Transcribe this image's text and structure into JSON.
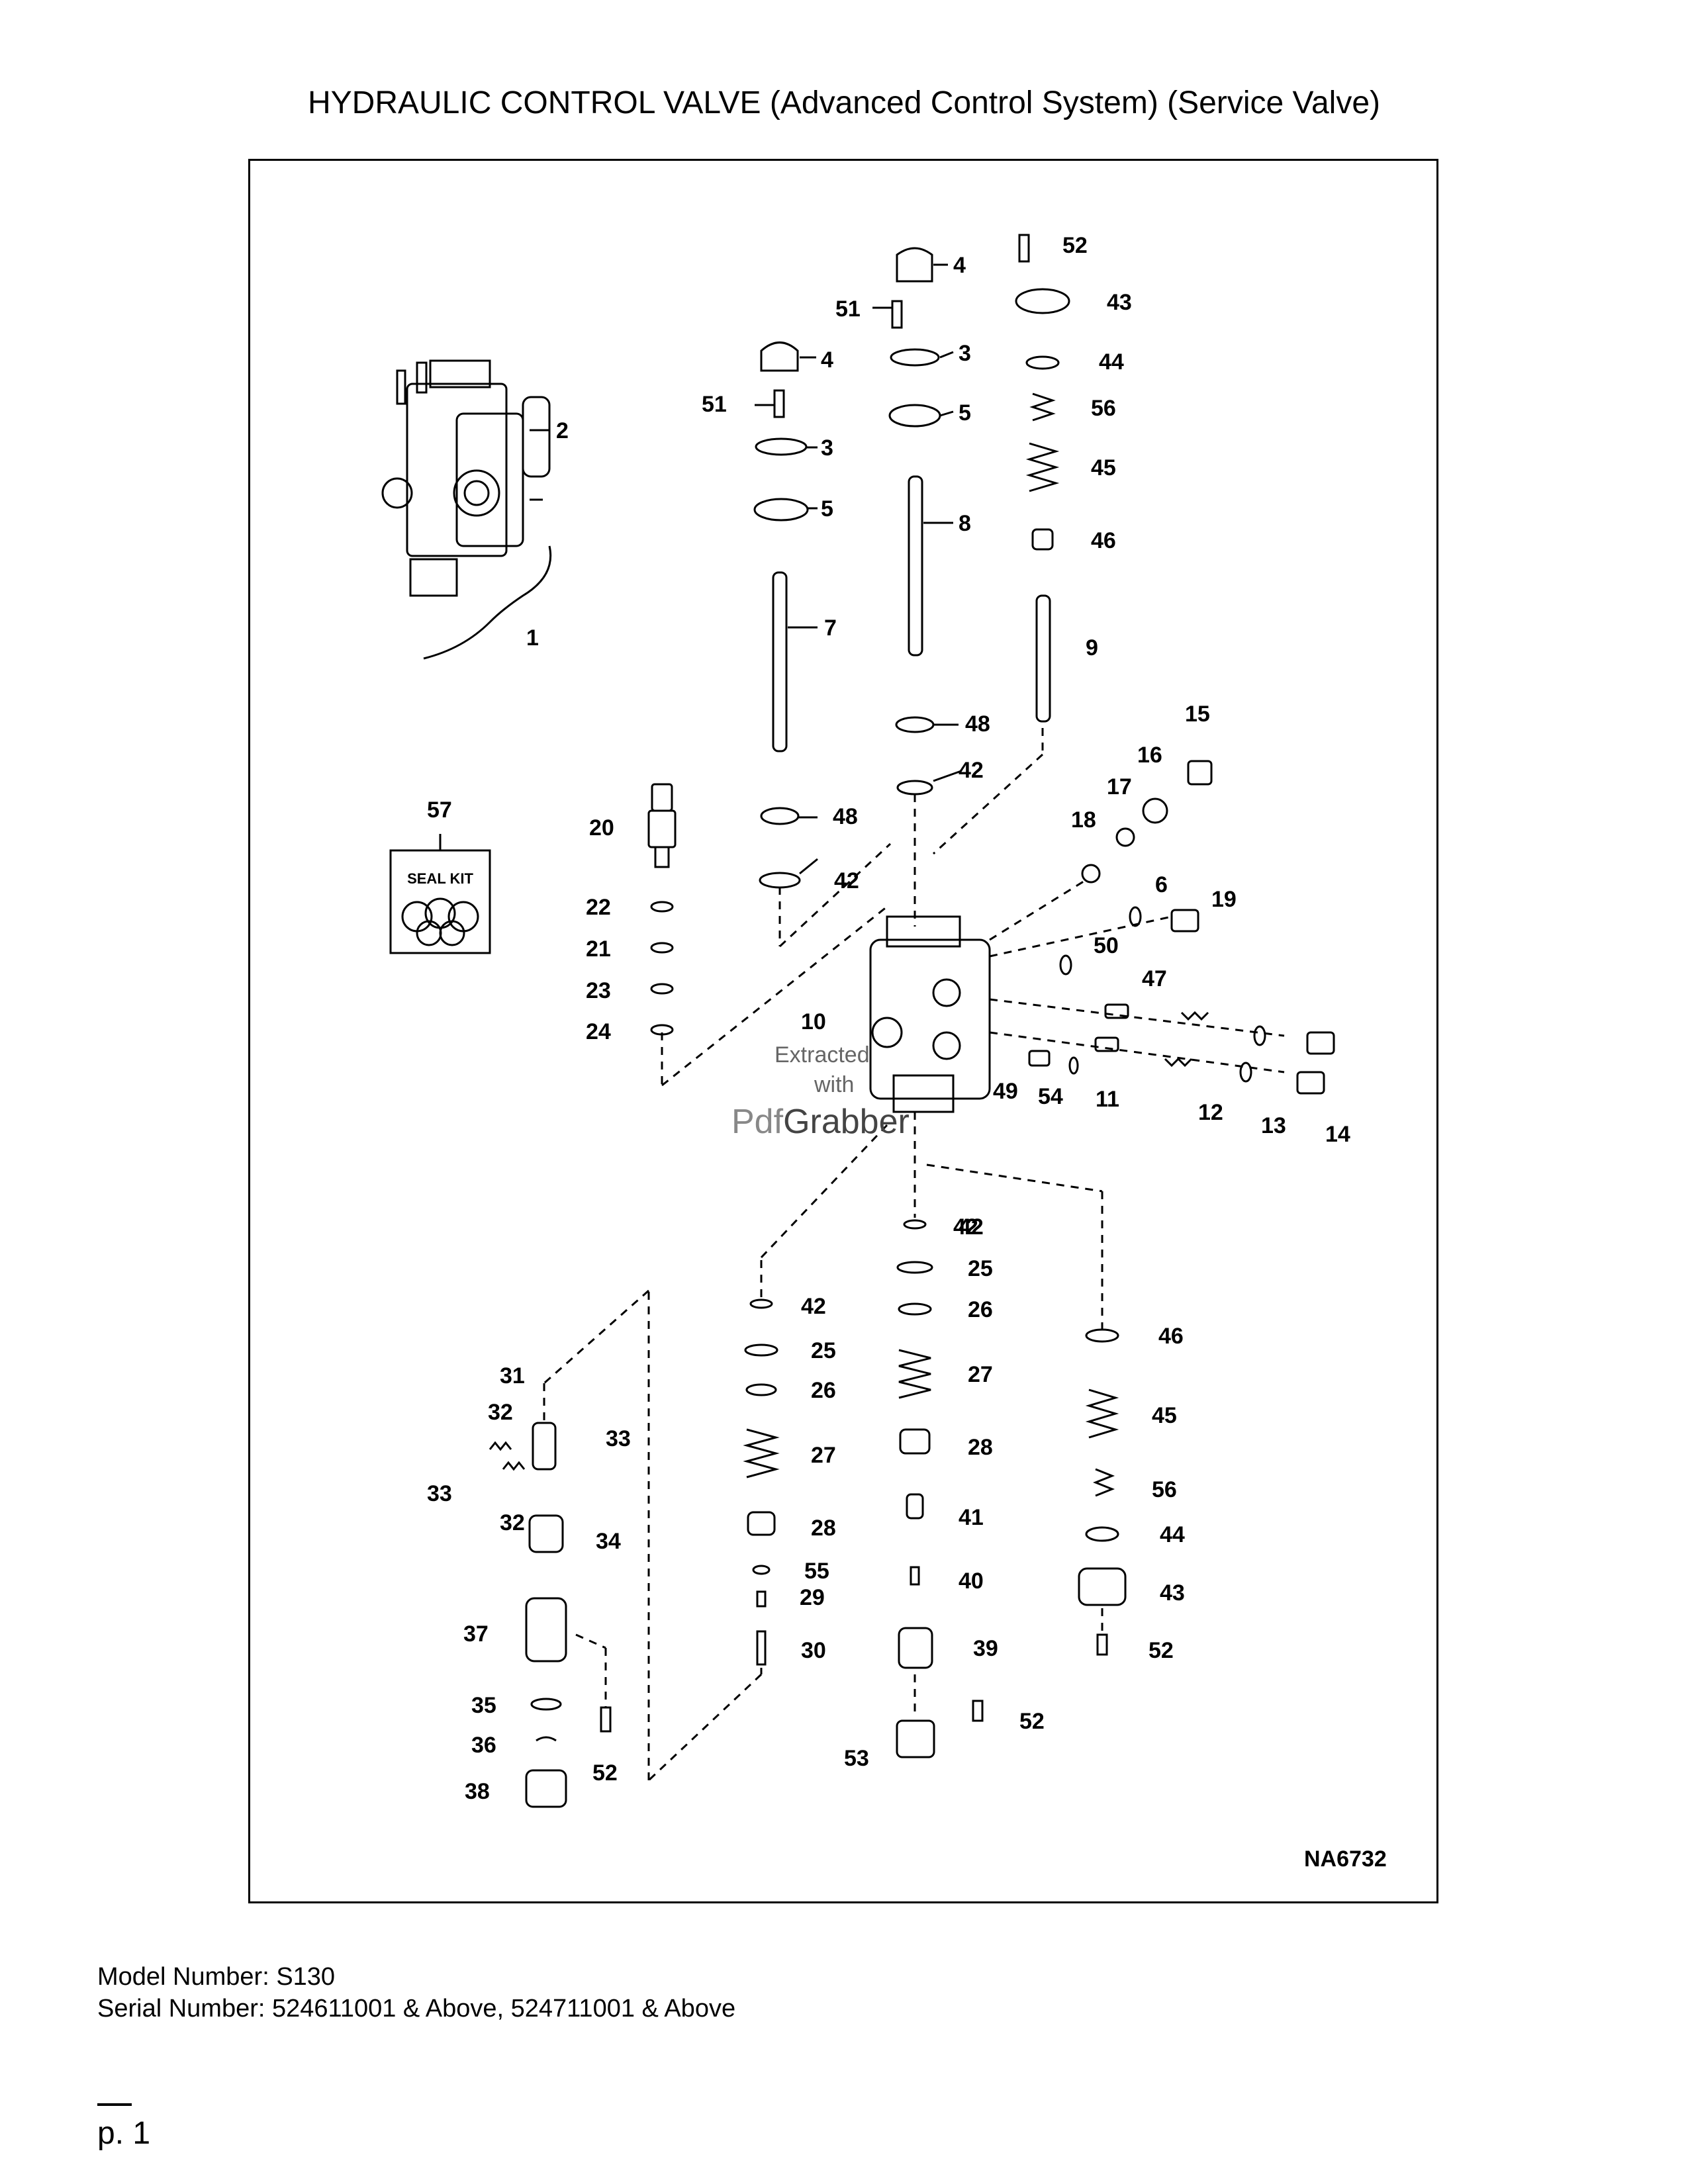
{
  "title": "HYDRAULIC CONTROL VALVE (Advanced Control System) (Service Valve)",
  "drawing_code": "NA6732",
  "seal_kit_label": "SEAL KIT",
  "watermark": {
    "line1": "Extracted",
    "line2": "with",
    "brand_a": "Pdf",
    "brand_b": "Grabber"
  },
  "footer": {
    "model": "Model Number: S130",
    "serial": "Serial Number: 524611001 & Above, 524711001 & Above"
  },
  "page": "p. 1",
  "callouts": [
    {
      "id": "c1",
      "n": "1"
    },
    {
      "id": "c2",
      "n": "2"
    },
    {
      "id": "c3a",
      "n": "3"
    },
    {
      "id": "c3b",
      "n": "3"
    },
    {
      "id": "c4a",
      "n": "4"
    },
    {
      "id": "c4b",
      "n": "4"
    },
    {
      "id": "c5a",
      "n": "5"
    },
    {
      "id": "c5b",
      "n": "5"
    },
    {
      "id": "c6",
      "n": "6"
    },
    {
      "id": "c7",
      "n": "7"
    },
    {
      "id": "c8",
      "n": "8"
    },
    {
      "id": "c9",
      "n": "9"
    },
    {
      "id": "c10",
      "n": "10"
    },
    {
      "id": "c11",
      "n": "11"
    },
    {
      "id": "c12",
      "n": "12"
    },
    {
      "id": "c13",
      "n": "13"
    },
    {
      "id": "c14",
      "n": "14"
    },
    {
      "id": "c15",
      "n": "15"
    },
    {
      "id": "c16",
      "n": "16"
    },
    {
      "id": "c17",
      "n": "17"
    },
    {
      "id": "c18",
      "n": "18"
    },
    {
      "id": "c19",
      "n": "19"
    },
    {
      "id": "c20",
      "n": "20"
    },
    {
      "id": "c21",
      "n": "21"
    },
    {
      "id": "c22",
      "n": "22"
    },
    {
      "id": "c23",
      "n": "23"
    },
    {
      "id": "c24",
      "n": "24"
    },
    {
      "id": "c25a",
      "n": "25"
    },
    {
      "id": "c25b",
      "n": "25"
    },
    {
      "id": "c26a",
      "n": "26"
    },
    {
      "id": "c26b",
      "n": "26"
    },
    {
      "id": "c27a",
      "n": "27"
    },
    {
      "id": "c27b",
      "n": "27"
    },
    {
      "id": "c28a",
      "n": "28"
    },
    {
      "id": "c28b",
      "n": "28"
    },
    {
      "id": "c29",
      "n": "29"
    },
    {
      "id": "c30",
      "n": "30"
    },
    {
      "id": "c31",
      "n": "31"
    },
    {
      "id": "c32a",
      "n": "32"
    },
    {
      "id": "c32b",
      "n": "32"
    },
    {
      "id": "c33a",
      "n": "33"
    },
    {
      "id": "c33b",
      "n": "33"
    },
    {
      "id": "c34",
      "n": "34"
    },
    {
      "id": "c35",
      "n": "35"
    },
    {
      "id": "c36",
      "n": "36"
    },
    {
      "id": "c37",
      "n": "37"
    },
    {
      "id": "c38",
      "n": "38"
    },
    {
      "id": "c39",
      "n": "39"
    },
    {
      "id": "c40",
      "n": "40"
    },
    {
      "id": "c41",
      "n": "41"
    },
    {
      "id": "c42a",
      "n": "42"
    },
    {
      "id": "c42b",
      "n": "42"
    },
    {
      "id": "c42c",
      "n": "42"
    },
    {
      "id": "c42d",
      "n": "42"
    },
    {
      "id": "c42e",
      "n": "42"
    },
    {
      "id": "c43a",
      "n": "43"
    },
    {
      "id": "c43b",
      "n": "43"
    },
    {
      "id": "c44a",
      "n": "44"
    },
    {
      "id": "c44b",
      "n": "44"
    },
    {
      "id": "c45a",
      "n": "45"
    },
    {
      "id": "c45b",
      "n": "45"
    },
    {
      "id": "c46a",
      "n": "46"
    },
    {
      "id": "c46b",
      "n": "46"
    },
    {
      "id": "c47",
      "n": "47"
    },
    {
      "id": "c48a",
      "n": "48"
    },
    {
      "id": "c48b",
      "n": "48"
    },
    {
      "id": "c49",
      "n": "49"
    },
    {
      "id": "c50",
      "n": "50"
    },
    {
      "id": "c51a",
      "n": "51"
    },
    {
      "id": "c51b",
      "n": "51"
    },
    {
      "id": "c52a",
      "n": "52"
    },
    {
      "id": "c52b",
      "n": "52"
    },
    {
      "id": "c52c",
      "n": "52"
    },
    {
      "id": "c52d",
      "n": "52"
    },
    {
      "id": "c53",
      "n": "53"
    },
    {
      "id": "c54",
      "n": "54"
    },
    {
      "id": "c55",
      "n": "55"
    },
    {
      "id": "c56a",
      "n": "56"
    },
    {
      "id": "c56b",
      "n": "56"
    },
    {
      "id": "c57",
      "n": "57"
    }
  ]
}
